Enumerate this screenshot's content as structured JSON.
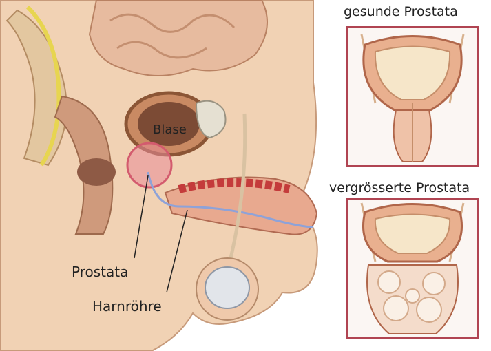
{
  "labels": {
    "bladder": "Blase",
    "prostate": "Prostata",
    "urethra": "Harnröhre"
  },
  "insets": {
    "healthy_title": "gesunde Prostata",
    "enlarged_title": "vergrösserte Prostata"
  },
  "colors": {
    "frame": "#b04452",
    "skin": "#f1d2b4",
    "tissue": "#e8a98f",
    "bladder_wall": "#c98a63",
    "prostate_highlight": "#d35b6e",
    "urethra": "#8ea2d8"
  }
}
